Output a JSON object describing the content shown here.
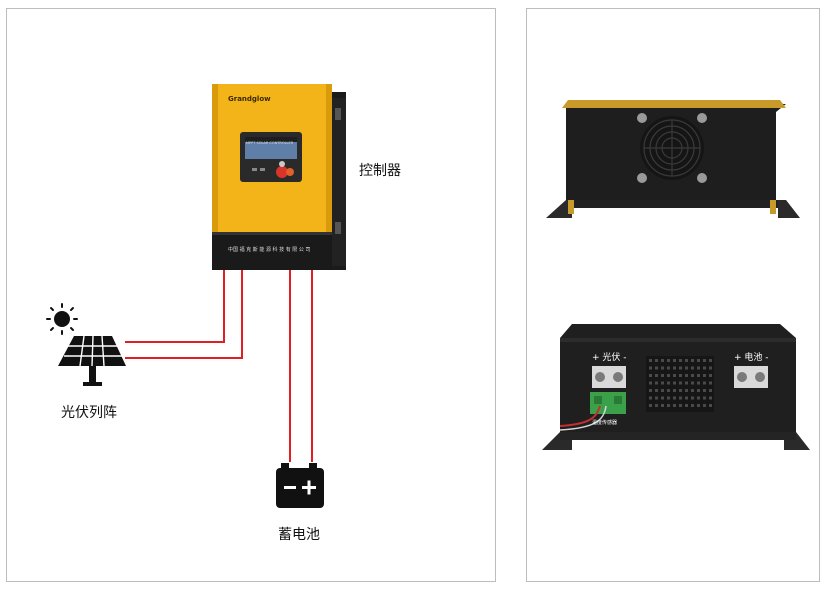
{
  "diagram": {
    "controller_label": "控制器",
    "pv_label": "光伏列阵",
    "battery_label": "蓄电池",
    "brand_text": "Grandglow",
    "lcd_text": "MPPT SOLAR CONTROLLER",
    "company_text": "中国 福 克 斯 能 源 科 技 有 限 公 司"
  },
  "photos": {
    "rear_left_terminal_label": "+ 光伏 -",
    "rear_right_terminal_label": "+ 电池 -",
    "connector_label": "温度传感器"
  },
  "colors": {
    "wire": "#e02020",
    "controller_yellow": "#f2b418",
    "controller_dark": "#1a1a1a",
    "panel_border": "#bdbdbd"
  }
}
